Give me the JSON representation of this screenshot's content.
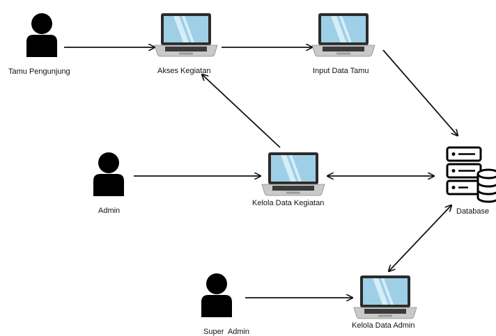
{
  "nodes": {
    "tamu_pengunjung": {
      "label": "Tamu Pengunjung",
      "icon": "person-icon"
    },
    "admin": {
      "label": "Admin",
      "icon": "person-icon"
    },
    "super_admin": {
      "label": "Super  Admin",
      "icon": "person-icon"
    },
    "akses_kegiatan": {
      "label": "Akses Kegiatan",
      "icon": "laptop-icon"
    },
    "input_data_tamu": {
      "label": "Input Data Tamu",
      "icon": "laptop-icon"
    },
    "kelola_data_kegiatan": {
      "label": "Kelola Data Kegiatan",
      "icon": "laptop-icon"
    },
    "kelola_data_admin": {
      "label": "Kelola Data Admin",
      "icon": "laptop-icon"
    },
    "database": {
      "label": "Database",
      "icon": "database-server-icon"
    }
  },
  "edges": [
    {
      "from": "Tamu Pengunjung",
      "to": "Akses Kegiatan"
    },
    {
      "from": "Akses Kegiatan",
      "to": "Input Data Tamu"
    },
    {
      "from": "Input Data Tamu",
      "to": "Database"
    },
    {
      "from": "Kelola Data Kegiatan",
      "to": "Akses Kegiatan"
    },
    {
      "from": "Admin",
      "to": "Kelola Data Kegiatan"
    },
    {
      "from": "Kelola Data Kegiatan",
      "to": "Database",
      "bidirectional": true
    },
    {
      "from": "Database",
      "to": "Kelola Data Admin",
      "bidirectional": true
    },
    {
      "from": "Super  Admin",
      "to": "Kelola Data Admin"
    }
  ],
  "colors": {
    "stroke": "#111111",
    "screen": "#9ecfe6",
    "screen_shine": "#d6eef8",
    "laptop_frame": "#2b2b2b",
    "laptop_base": "#c9c9c9",
    "keyboard": "#3a3a3a"
  }
}
